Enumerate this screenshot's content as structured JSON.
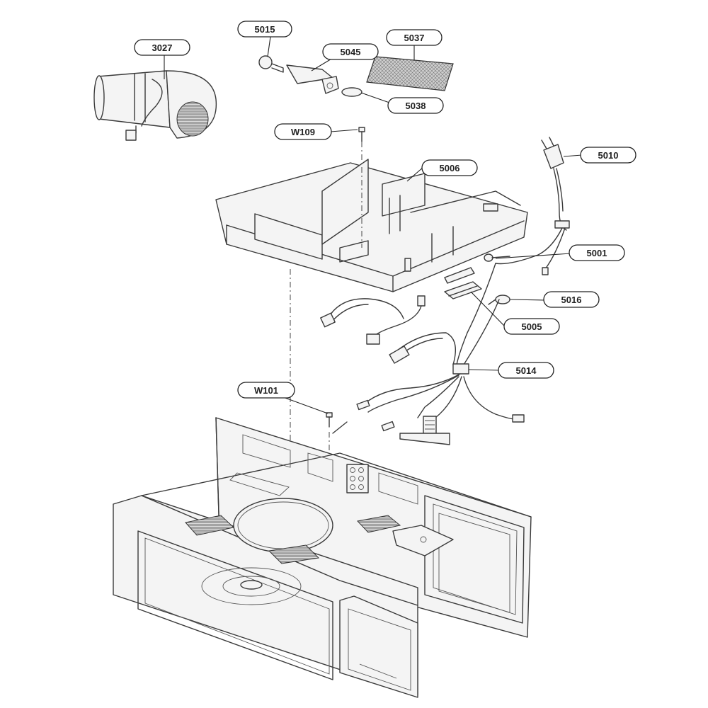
{
  "callouts": {
    "c3027": "3027",
    "c5015": "5015",
    "c5045": "5045",
    "c5037": "5037",
    "c5038": "5038",
    "cW109": "W109",
    "c5006": "5006",
    "c5010": "5010",
    "c5001": "5001",
    "c5016": "5016",
    "c5005": "5005",
    "c5014": "5014",
    "cW101": "W101"
  },
  "colors": {
    "line": "#3a3a3a",
    "fill": "#f4f4f4",
    "background": "#ffffff"
  }
}
